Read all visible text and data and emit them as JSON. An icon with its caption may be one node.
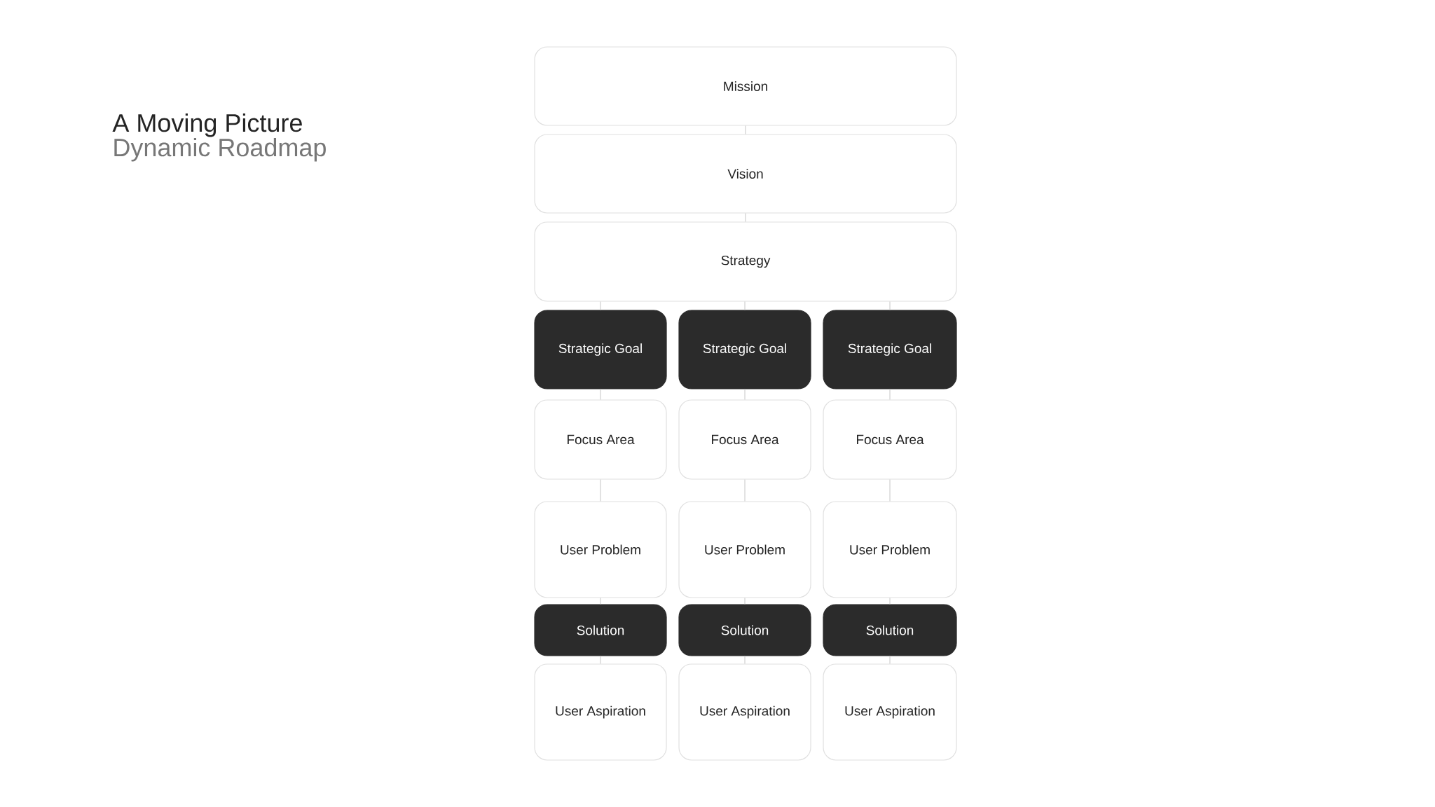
{
  "diagram": {
    "title": "A Moving Picture",
    "nodes": [
      {
        "text": [
          "Mission"
        ]
      },
      {
        "text": [
          "Vision"
        ]
      },
      {
        "text": [
          "Strategy"
        ]
      },
      {
        "text": [
          "Strategic Goal"
        ]
      },
      {
        "text": [
          "Strategic Goal"
        ]
      },
      {
        "text": [
          "Strategic Goal"
        ]
      },
      {
        "text": [
          "Focus Area"
        ]
      },
      {
        "text": [
          "Focus Area"
        ]
      },
      {
        "text": [
          "Focus Area"
        ]
      },
      {
        "text": [
          "User Problem"
        ]
      },
      {
        "text": [
          "User Problem"
        ]
      },
      {
        "text": [
          "User Problem"
        ]
      },
      {
        "text": [
          "Solution"
        ]
      },
      {
        "text": [
          "Solution"
        ]
      },
      {
        "text": [
          "Solution"
        ]
      },
      {
        "text": [
          "User Aspiration"
        ]
      },
      {
        "text": [
          "User Aspiration"
        ]
      },
      {
        "text": [
          "User Aspiration"
        ]
      }
    ],
    "edges": [
      {
        "from": 0,
        "to": 1,
        "arrow": "none"
      },
      {
        "from": 1,
        "to": 2,
        "arrow": "none"
      },
      {
        "from": 2,
        "to": 3,
        "arrow": "none"
      },
      {
        "from": 2,
        "to": 4,
        "arrow": "none"
      },
      {
        "from": 2,
        "to": 5,
        "arrow": "none"
      },
      {
        "from": 3,
        "to": 6,
        "arrow": "none"
      },
      {
        "from": 4,
        "to": 7,
        "arrow": "none"
      },
      {
        "from": 5,
        "to": 8,
        "arrow": "none"
      },
      {
        "from": 6,
        "to": 9,
        "arrow": "none"
      },
      {
        "from": 7,
        "to": 10,
        "arrow": "none"
      },
      {
        "from": 8,
        "to": 11,
        "arrow": "none"
      },
      {
        "from": 9,
        "to": 12,
        "arrow": "none"
      },
      {
        "from": 10,
        "to": 13,
        "arrow": "none"
      },
      {
        "from": 11,
        "to": 14,
        "arrow": "none"
      },
      {
        "from": 12,
        "to": 15,
        "arrow": "none"
      },
      {
        "from": 13,
        "to": 16,
        "arrow": "none"
      },
      {
        "from": 14,
        "to": 17,
        "arrow": "none"
      }
    ],
    "labels": [
      "Dynamic Roadmap"
    ]
  }
}
